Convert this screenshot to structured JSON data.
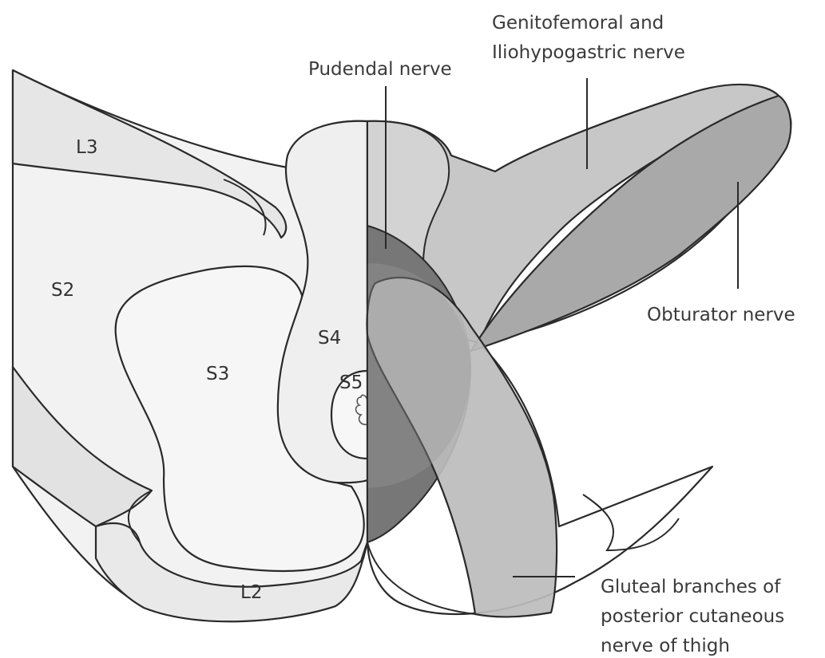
{
  "colors": {
    "dermatome_fill": "#f2f2f2",
    "genitofemoral_fill": "#c7c7c7",
    "obturator_fill": "#a9a9a9",
    "pudendal_fill": "#777777",
    "gluteal_fill": "#bcbcbc",
    "outline": "#2a2a2a",
    "text": "#3a3a3a"
  },
  "dermatome_labels": {
    "L3": "L3",
    "S2": "S2",
    "S3": "S3",
    "S4": "S4",
    "S5": "S5",
    "L2": "L2"
  },
  "nerve_labels": {
    "pudendal": "Pudendal nerve",
    "genitofemoral_line1": "Genitofemoral and",
    "genitofemoral_line2": "Iliohypogastric nerve",
    "obturator": "Obturator nerve",
    "gluteal_line1": "Gluteal branches of",
    "gluteal_line2": "posterior cutaneous",
    "gluteal_line3": "nerve of thigh"
  }
}
